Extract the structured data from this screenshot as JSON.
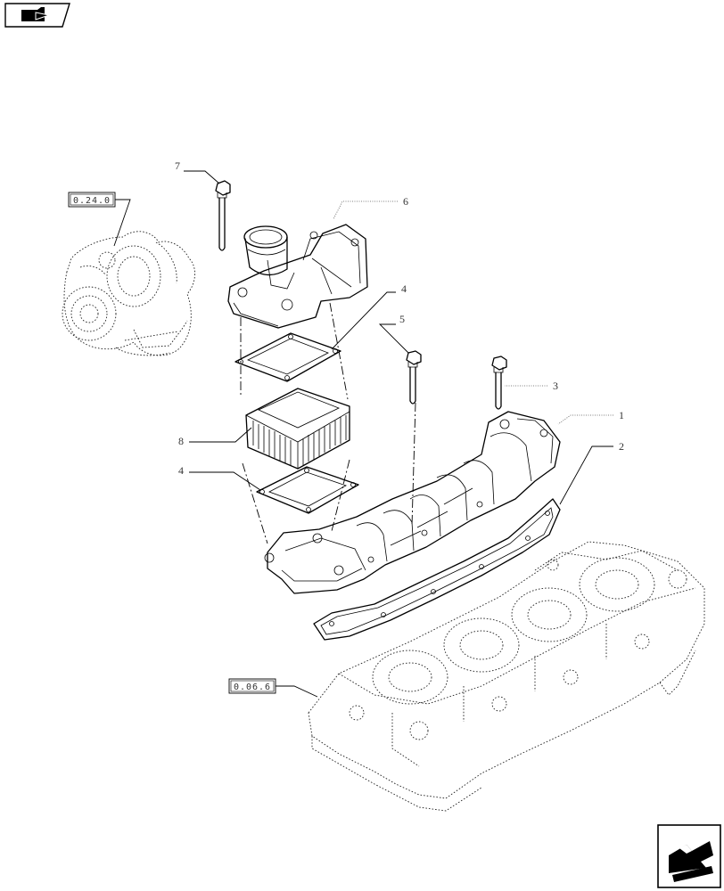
{
  "callouts": {
    "c1": "1",
    "c2": "2",
    "c3": "3",
    "c4a": "4",
    "c4b": "4",
    "c5": "5",
    "c6": "6",
    "c7": "7",
    "c8": "8"
  },
  "references": {
    "turbo": "0.24.0",
    "head": "0.06.6"
  },
  "icons": {
    "top_left": "folder-pointer-icon",
    "bottom_right": "next-page-arrow-icon"
  }
}
